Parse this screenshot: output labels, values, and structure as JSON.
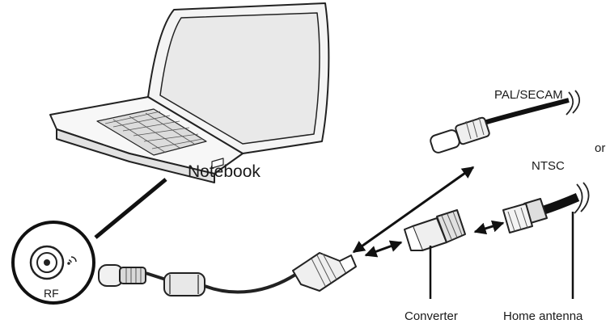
{
  "labels": {
    "notebook": "Notebook",
    "pal_secam": "PAL/SECAM",
    "or": "or",
    "ntsc": "NTSC",
    "rf": "RF",
    "converter": "Converter",
    "home_antenna": "Home antenna"
  }
}
